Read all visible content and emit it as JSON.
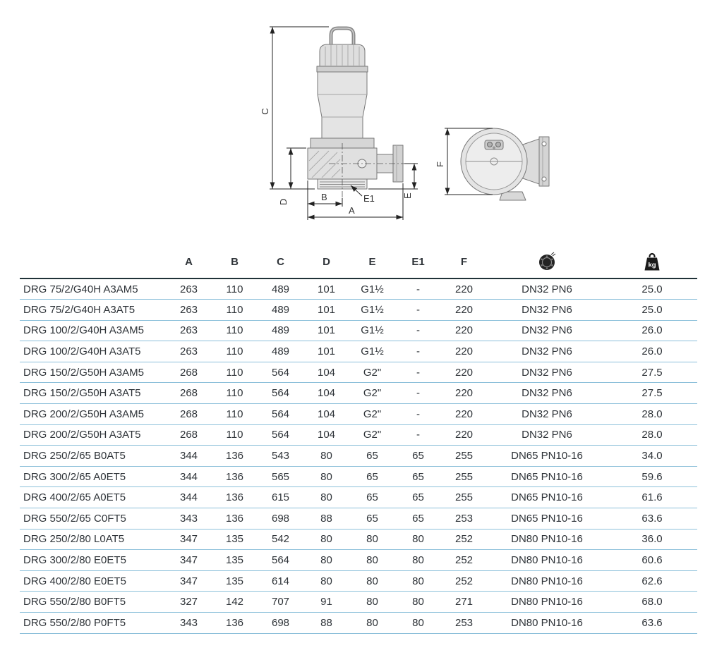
{
  "colors": {
    "background": "#ffffff",
    "header_rule": "#203238",
    "row_divider": "#8cc0da",
    "text": "#2e3338",
    "drawing_fill": "#e4e4e4",
    "drawing_stroke": "#777777",
    "dimension_line": "#222222"
  },
  "diagram": {
    "front_view_labels": {
      "c": "C",
      "d": "D",
      "b": "B",
      "a": "A",
      "e": "E",
      "e1": "E1"
    },
    "side_view_labels": {
      "f": "F"
    }
  },
  "table": {
    "headers": {
      "model": "",
      "a": "A",
      "b": "B",
      "c": "C",
      "d": "D",
      "e": "E",
      "e1": "E1",
      "f": "F"
    },
    "flange_column_icon": "flange-icon",
    "weight_column_icon": "weight-icon",
    "weight_unit": "kg",
    "rows": [
      [
        "DRG 75/2/G40H A3AM5",
        "263",
        "110",
        "489",
        "101",
        "G1½",
        "-",
        "220",
        "DN32 PN6",
        "25.0"
      ],
      [
        "DRG 75/2/G40H A3AT5",
        "263",
        "110",
        "489",
        "101",
        "G1½",
        "-",
        "220",
        "DN32 PN6",
        "25.0"
      ],
      [
        "DRG 100/2/G40H A3AM5",
        "263",
        "110",
        "489",
        "101",
        "G1½",
        "-",
        "220",
        "DN32 PN6",
        "26.0"
      ],
      [
        "DRG 100/2/G40H A3AT5",
        "263",
        "110",
        "489",
        "101",
        "G1½",
        "-",
        "220",
        "DN32 PN6",
        "26.0"
      ],
      [
        "DRG 150/2/G50H A3AM5",
        "268",
        "110",
        "564",
        "104",
        "G2\"",
        "-",
        "220",
        "DN32 PN6",
        "27.5"
      ],
      [
        "DRG 150/2/G50H A3AT5",
        "268",
        "110",
        "564",
        "104",
        "G2\"",
        "-",
        "220",
        "DN32 PN6",
        "27.5"
      ],
      [
        "DRG 200/2/G50H A3AM5",
        "268",
        "110",
        "564",
        "104",
        "G2\"",
        "-",
        "220",
        "DN32 PN6",
        "28.0"
      ],
      [
        "DRG 200/2/G50H A3AT5",
        "268",
        "110",
        "564",
        "104",
        "G2\"",
        "-",
        "220",
        "DN32 PN6",
        "28.0"
      ],
      [
        "DRG 250/2/65 B0AT5",
        "344",
        "136",
        "543",
        "80",
        "65",
        "65",
        "255",
        "DN65 PN10-16",
        "34.0"
      ],
      [
        "DRG 300/2/65 A0ET5",
        "344",
        "136",
        "565",
        "80",
        "65",
        "65",
        "255",
        "DN65 PN10-16",
        "59.6"
      ],
      [
        "DRG 400/2/65 A0ET5",
        "344",
        "136",
        "615",
        "80",
        "65",
        "65",
        "255",
        "DN65 PN10-16",
        "61.6"
      ],
      [
        "DRG 550/2/65 C0FT5",
        "343",
        "136",
        "698",
        "88",
        "65",
        "65",
        "253",
        "DN65 PN10-16",
        "63.6"
      ],
      [
        "DRG 250/2/80 L0AT5",
        "347",
        "135",
        "542",
        "80",
        "80",
        "80",
        "252",
        "DN80 PN10-16",
        "36.0"
      ],
      [
        "DRG 300/2/80 E0ET5",
        "347",
        "135",
        "564",
        "80",
        "80",
        "80",
        "252",
        "DN80 PN10-16",
        "60.6"
      ],
      [
        "DRG 400/2/80 E0ET5",
        "347",
        "135",
        "614",
        "80",
        "80",
        "80",
        "252",
        "DN80 PN10-16",
        "62.6"
      ],
      [
        "DRG 550/2/80 B0FT5",
        "327",
        "142",
        "707",
        "91",
        "80",
        "80",
        "271",
        "DN80 PN10-16",
        "68.0"
      ],
      [
        "DRG 550/2/80 P0FT5",
        "343",
        "136",
        "698",
        "88",
        "80",
        "80",
        "253",
        "DN80 PN10-16",
        "63.6"
      ]
    ]
  }
}
